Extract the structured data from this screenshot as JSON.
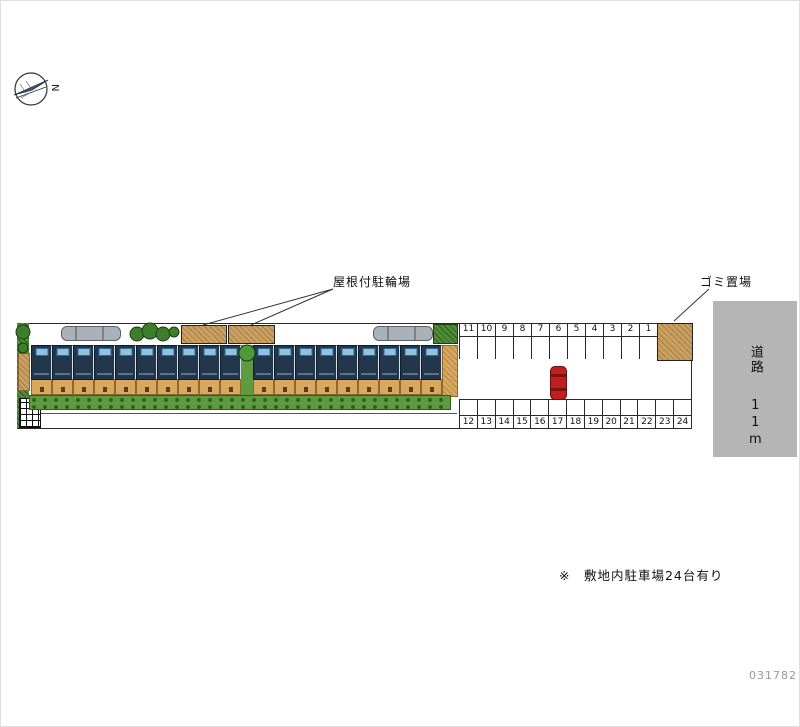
{
  "compass": {
    "north_label": "N"
  },
  "annotations": {
    "bicycle_parking_label": "屋根付駐輪場",
    "garbage_label": "ゴミ置場",
    "note": "※　敷地内駐車場24台有り",
    "drawing_number": "031782"
  },
  "road": {
    "name": "道路",
    "width_label": "11m"
  },
  "parking": {
    "top_row_numbers": [
      "11",
      "10",
      "9",
      "8",
      "7",
      "6",
      "5",
      "4",
      "3",
      "2",
      "1"
    ],
    "bottom_row_numbers": [
      "12",
      "13",
      "14",
      "15",
      "16",
      "17",
      "18",
      "19",
      "20",
      "21",
      "22",
      "23",
      "24"
    ]
  },
  "building": {
    "left_units": 10,
    "right_units": 9
  },
  "colors": {
    "roof": "#23374c",
    "balcony": "#8fc2e2",
    "wall_tan": "#d8a85e",
    "grass": "#5d9a40",
    "tree": "#3e7d2b",
    "canopy": "#c9a060",
    "road": "#b5b5b5",
    "car_red": "#c02020",
    "car_gray": "#aab2b8"
  }
}
